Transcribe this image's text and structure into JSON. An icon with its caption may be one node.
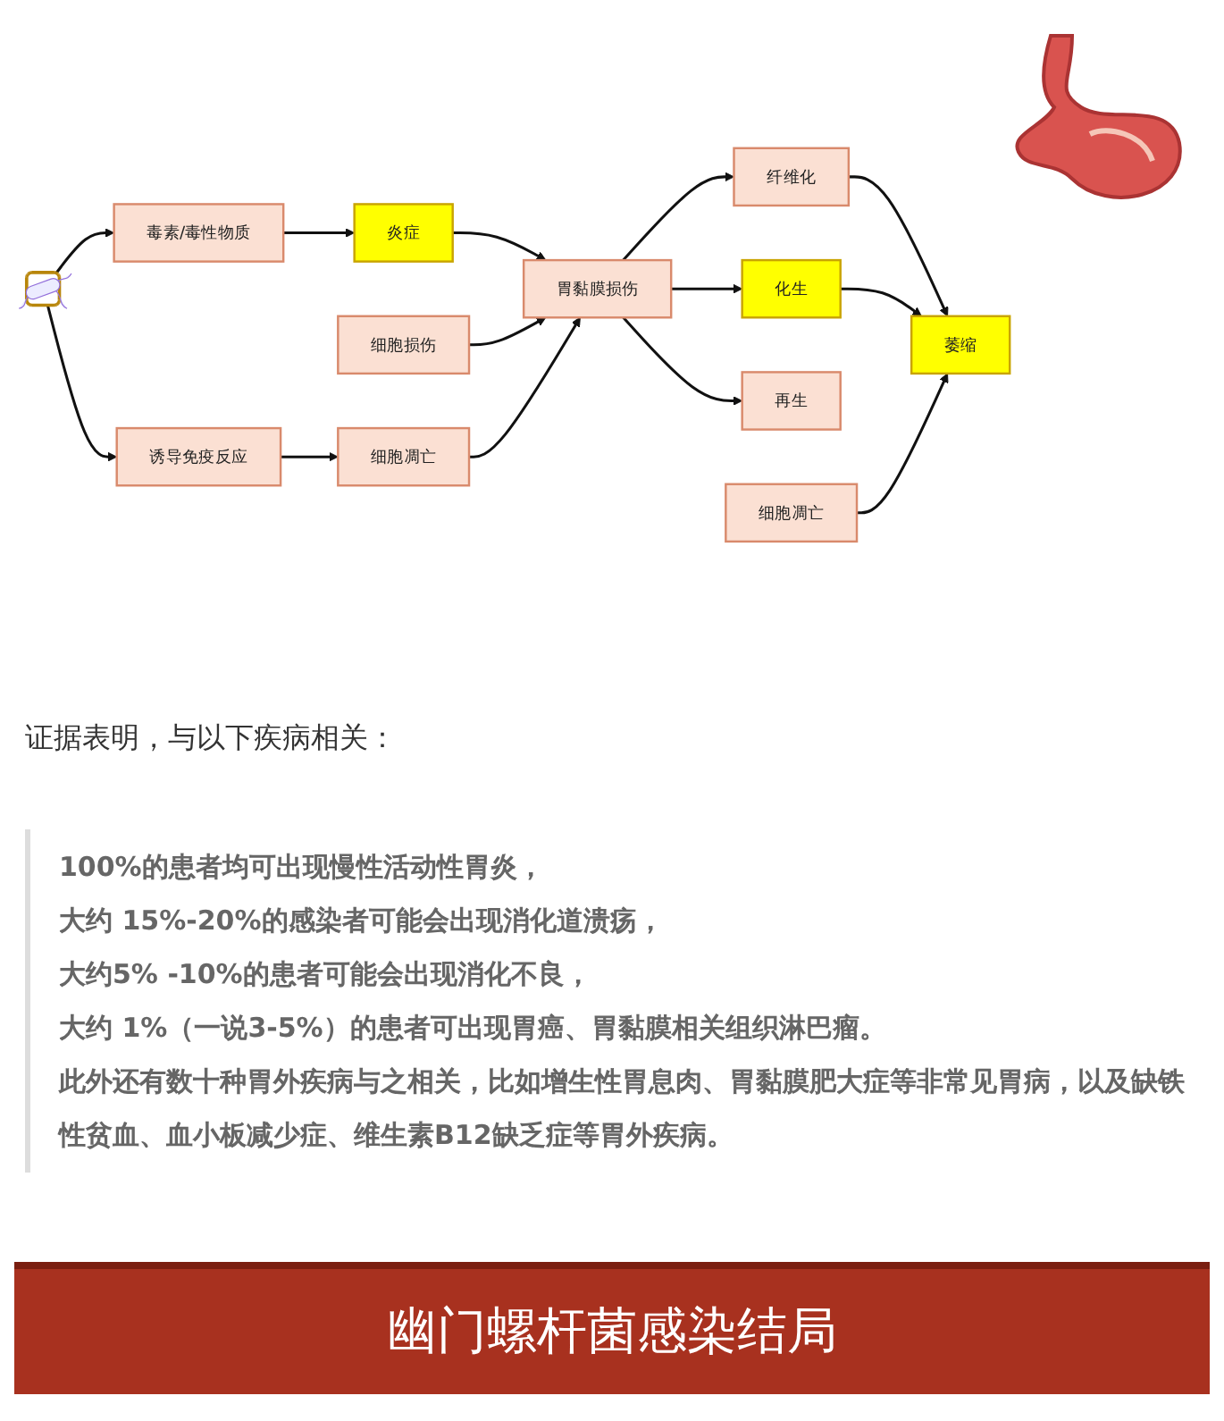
{
  "diagram": {
    "nodes": [
      {
        "text": [],
        "shape": "picture"
      },
      {
        "text": [
          "毒素/毒性物质"
        ]
      },
      {
        "text": [
          "诱导免疫反应"
        ]
      },
      {
        "text": [
          "炎症"
        ]
      },
      {
        "text": [
          "细胞损伤"
        ]
      },
      {
        "text": [
          "细胞凋亡"
        ]
      },
      {
        "text": [
          "胃黏膜损伤"
        ]
      },
      {
        "text": [
          "纤维化"
        ]
      },
      {
        "text": [
          "化生"
        ]
      },
      {
        "text": [
          "再生"
        ]
      },
      {
        "text": [
          "细胞凋亡"
        ]
      },
      {
        "text": [
          "萎缩"
        ]
      }
    ],
    "edges": [
      {
        "from": 0,
        "to": 1,
        "arrow": "to"
      },
      {
        "from": 0,
        "to": 2,
        "arrow": "to"
      },
      {
        "from": 1,
        "to": 3,
        "arrow": "to"
      },
      {
        "from": 2,
        "to": 5,
        "arrow": "to"
      },
      {
        "from": 3,
        "to": 6,
        "arrow": "to"
      },
      {
        "from": 4,
        "to": 6,
        "arrow": "to"
      },
      {
        "from": 5,
        "to": 6,
        "arrow": "to"
      },
      {
        "from": 6,
        "to": 7,
        "arrow": "to"
      },
      {
        "from": 6,
        "to": 8,
        "arrow": "to"
      },
      {
        "from": 6,
        "to": 9,
        "arrow": "to"
      },
      {
        "from": 7,
        "to": 11,
        "arrow": "to"
      },
      {
        "from": 8,
        "to": 11,
        "arrow": "to"
      },
      {
        "from": 10,
        "to": 11,
        "arrow": "to"
      }
    ],
    "labels": [
      "证据表明，与以下疾病相关：",
      "100%的患者均可出现慢性活动性胃炎，",
      "大约 15%-20%的感染者可能会出现消化道溃疡，",
      "大约5% -10%的患者可能会出现消化不良，",
      "大约 1%（一说3-5%）的患者可出现胃癌、胃黏膜相关组织淋巴瘤。",
      "此外还有数十种胃外疾病与之相关，比如增生性胃息肉、胃黏膜肥大症等非常见胃病，以及缺铁性贫血、血小板减少症、维生素B12缺乏症等胃外疾病。",
      "幽门螺杆菌感染结局"
    ]
  }
}
